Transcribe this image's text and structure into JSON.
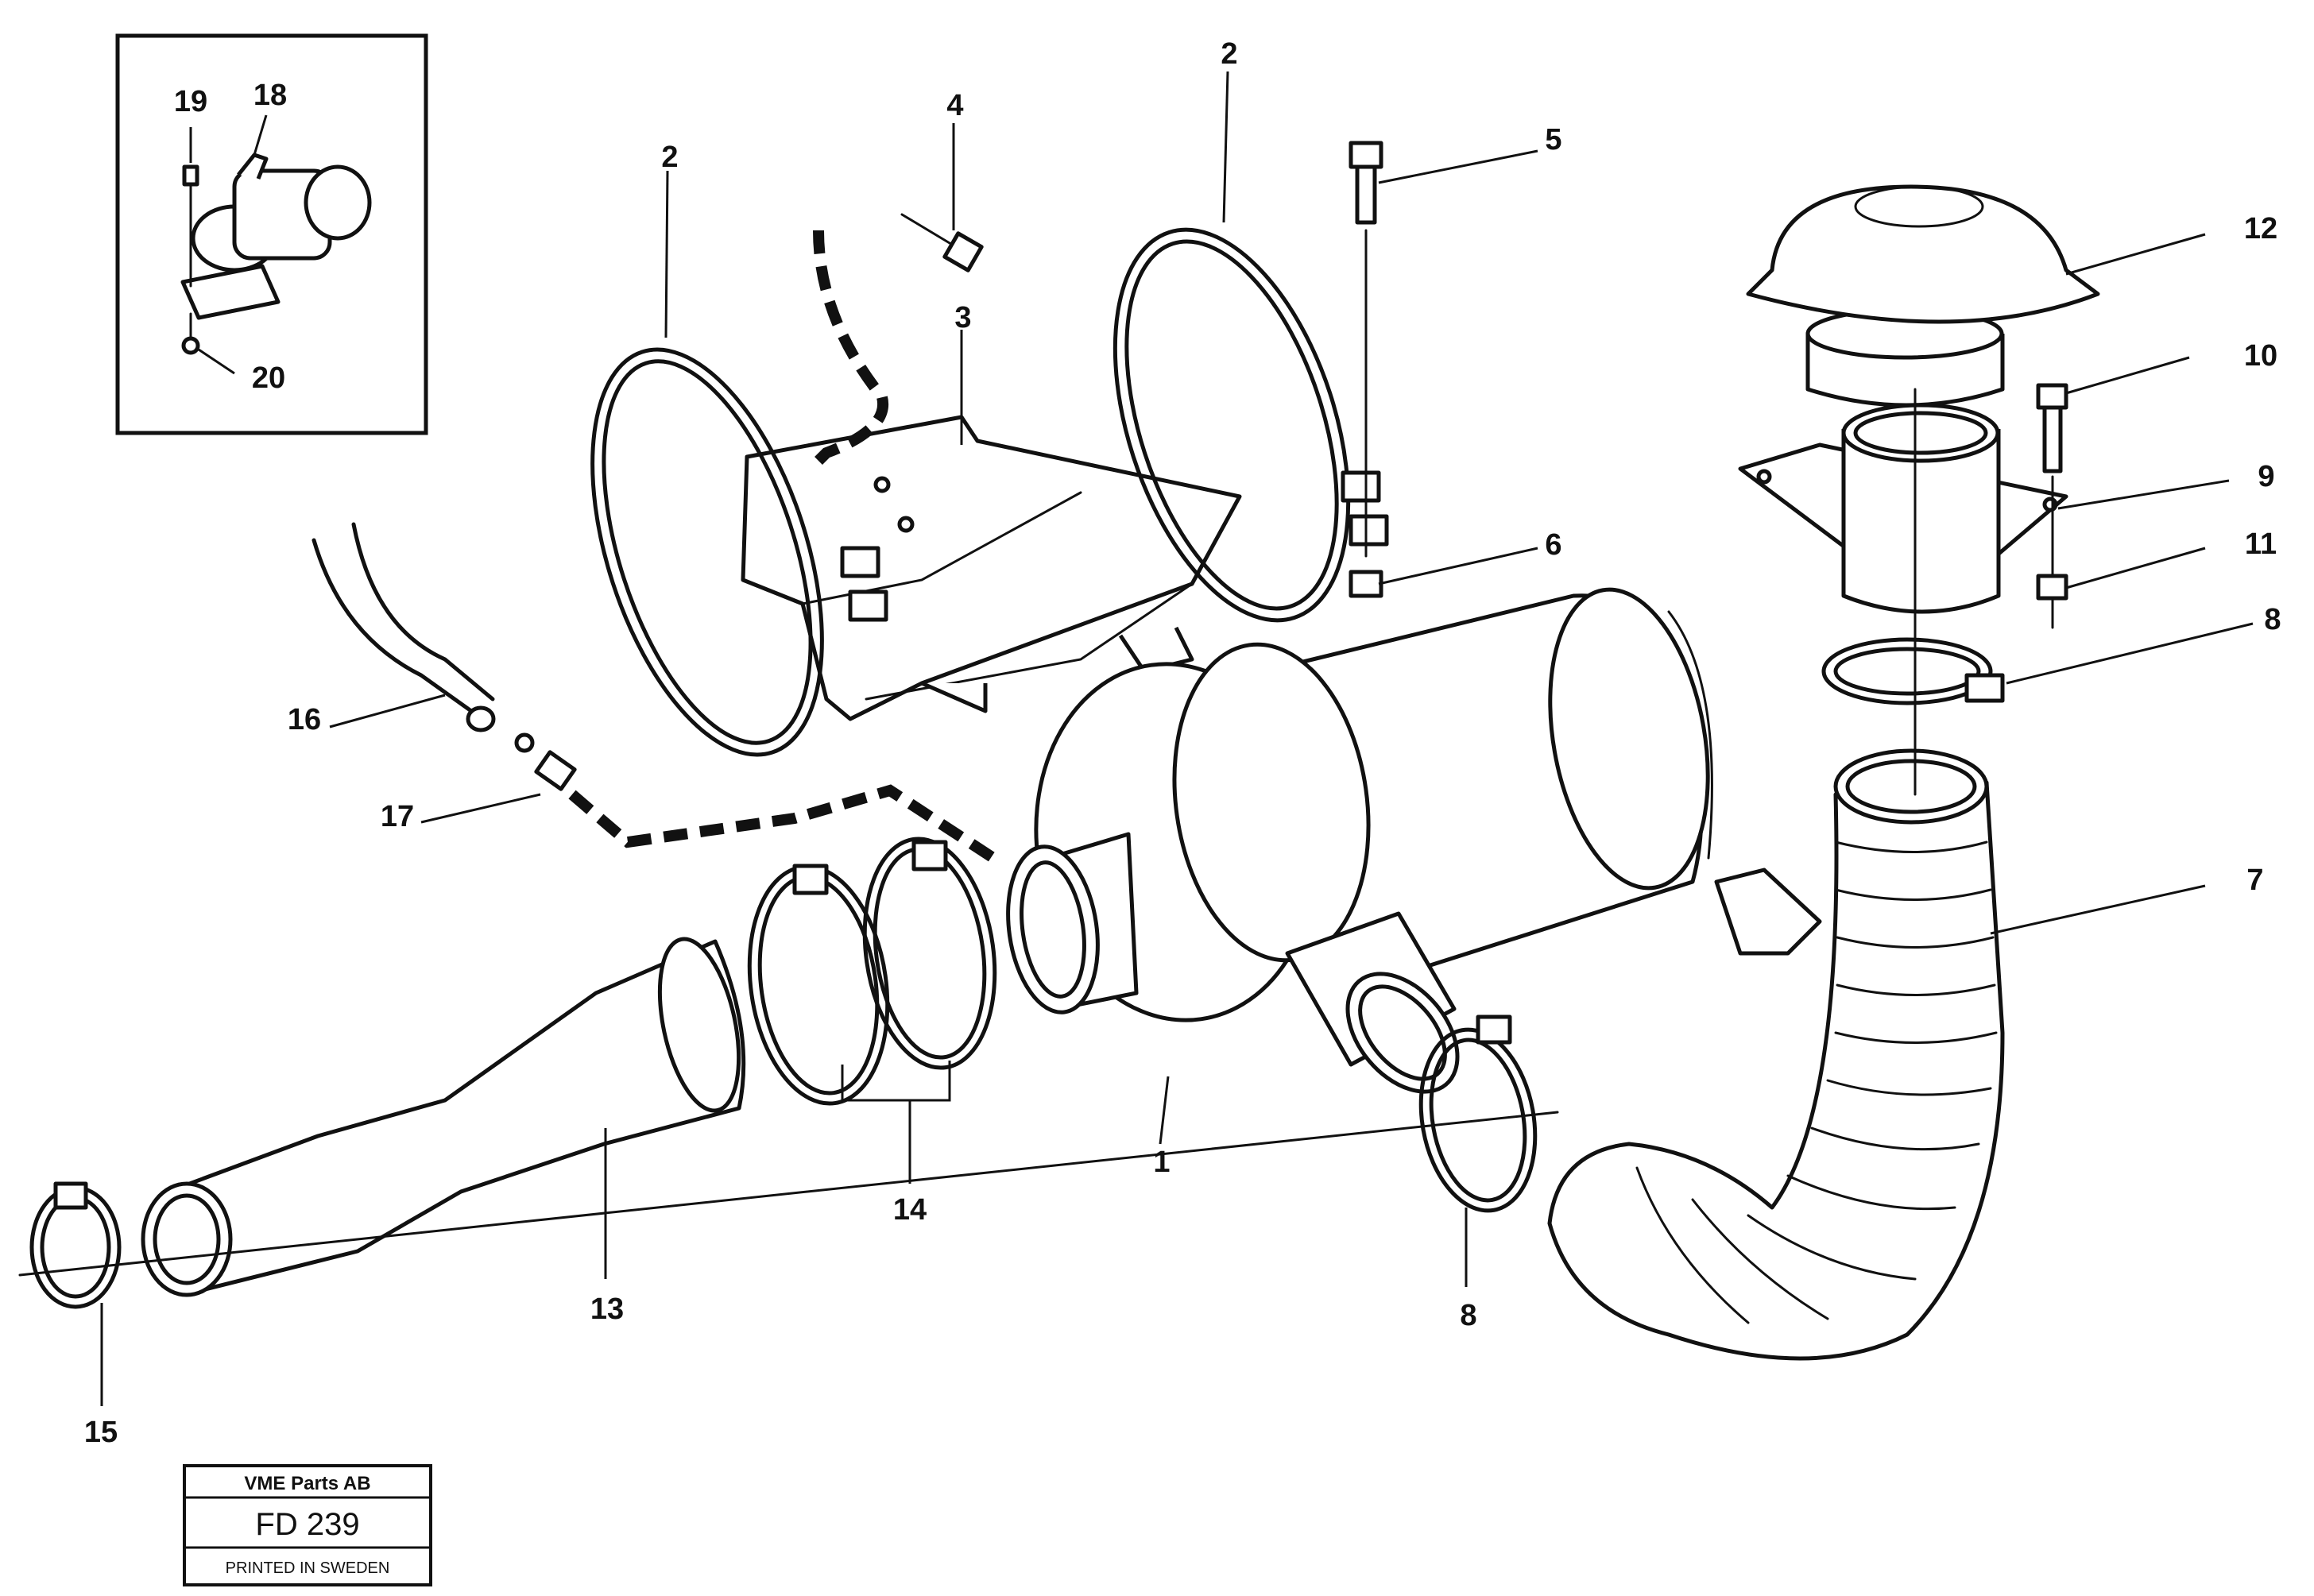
{
  "callouts": {
    "c1": "1",
    "c2a": "2",
    "c2b": "2",
    "c3": "3",
    "c4": "4",
    "c5": "5",
    "c6": "6",
    "c7": "7",
    "c8a": "8",
    "c8b": "8",
    "c9": "9",
    "c10": "10",
    "c11": "11",
    "c12": "12",
    "c13": "13",
    "c14": "14",
    "c15": "15",
    "c16": "16",
    "c17": "17",
    "c18": "18",
    "c19": "19",
    "c20": "20"
  },
  "title_block": {
    "company": "VME Parts AB",
    "drawing_number": "FD 239",
    "footer": "PRINTED IN SWEDEN"
  }
}
